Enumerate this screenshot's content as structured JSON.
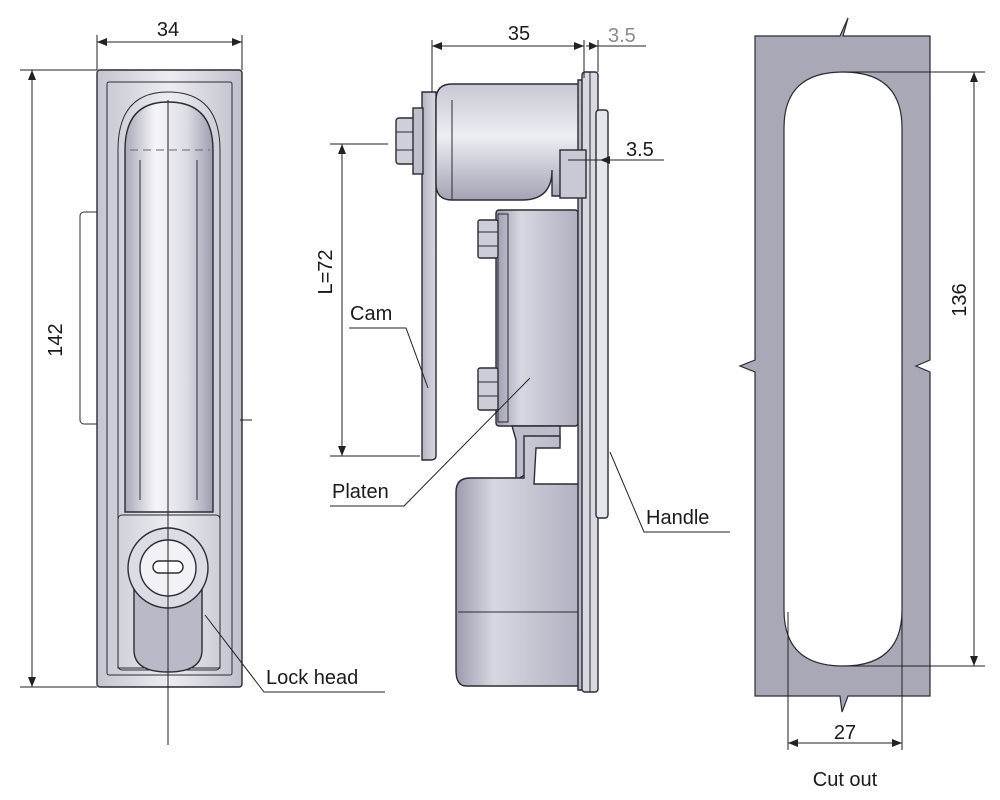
{
  "dimensions": {
    "width_front": "34",
    "height_front": "142",
    "depth_side": "35",
    "flange_top": "3.5",
    "flange_side": "3.5",
    "cam_length": "L=72",
    "cutout_height": "136",
    "cutout_width": "27"
  },
  "labels": {
    "cam": "Cam",
    "platen": "Platen",
    "handle": "Handle",
    "lock_head": "Lock head",
    "cut_out": "Cut out"
  },
  "colors": {
    "metal_light": "#e4e4ea",
    "metal_mid": "#bdbdca",
    "metal_dark": "#8e8ea0",
    "cutout_panel": "#a7a7b5",
    "line": "#222222"
  }
}
